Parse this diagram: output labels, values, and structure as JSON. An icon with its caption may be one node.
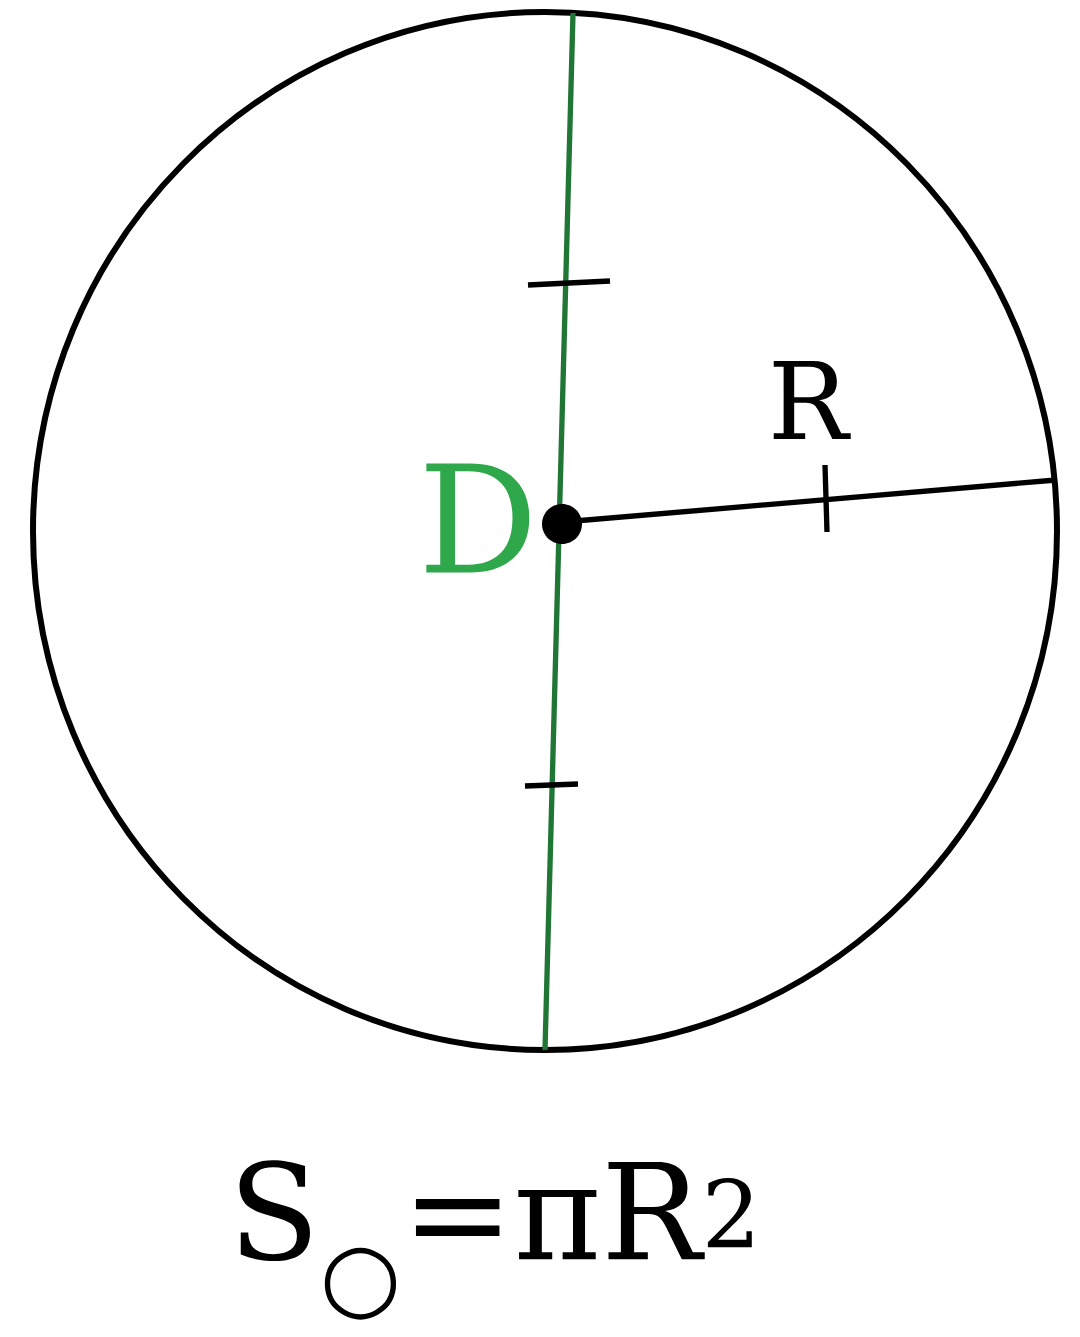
{
  "diagram": {
    "labels": [
      "R",
      "D",
      "S$_{○}$=πR$^{2}$"
    ]
  }
}
